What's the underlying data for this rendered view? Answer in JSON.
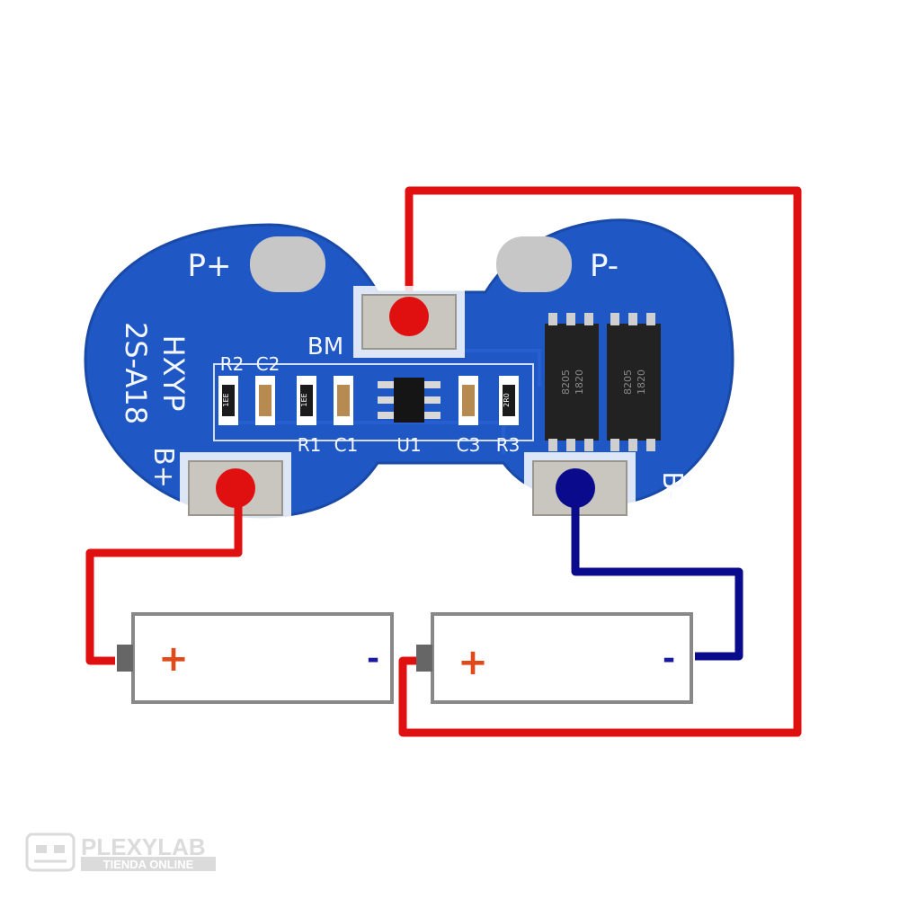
{
  "board": {
    "model_line1": "HXYP",
    "model_line2": "2S-A18",
    "pads": {
      "p_plus": "P+",
      "p_minus": "P-",
      "bm": "BM",
      "b_plus": "B+",
      "b_minus": "B-"
    },
    "components": {
      "r2": "R2",
      "c2": "C2",
      "r1": "R1",
      "c1": "C1",
      "u1": "U1",
      "c3": "C3",
      "r3": "R3"
    },
    "resistor_codes": {
      "r2_code": "1EE",
      "r1_code": "1EE",
      "r3_code": "2R0"
    },
    "mosfets": [
      {
        "marking_line1": "8205",
        "marking_line2": "1820"
      },
      {
        "marking_line1": "8205",
        "marking_line2": "1820"
      }
    ],
    "colors": {
      "pcb": "#1f57c4",
      "pcb_edge": "#1a4aa8",
      "silkscreen": "#ffffff",
      "pad": "#c9c6bf",
      "wire_positive": "#e01010",
      "wire_negative": "#0a0a8c"
    }
  },
  "batteries": [
    {
      "plus": "+",
      "minus": "-"
    },
    {
      "plus": "+",
      "minus": "-"
    }
  ],
  "watermark": {
    "brand": "PLEXYLAB",
    "tagline": "TIENDA ONLINE",
    "icon": "printer-robot-icon"
  }
}
